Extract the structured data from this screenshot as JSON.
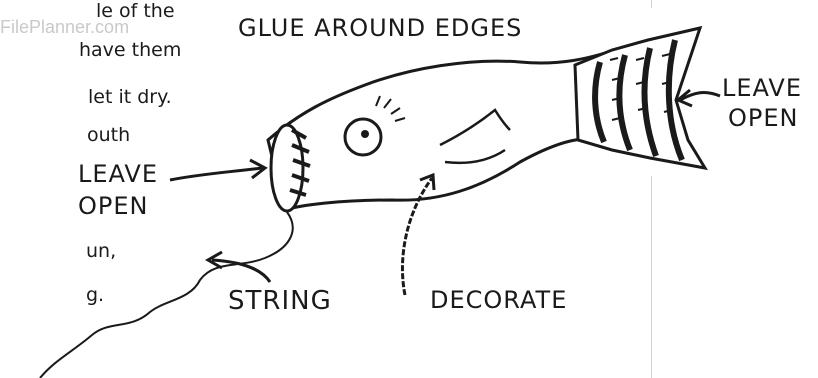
{
  "body_text": {
    "line1": "le of the",
    "line2": "have them",
    "line3": "let it dry.",
    "line4": "outh",
    "line5": "un,",
    "line6": "g."
  },
  "watermark": "FilePlanner.com",
  "labels": {
    "glue": "GLUE AROUND EDGES",
    "leave_open_left_1": "LEAVE",
    "leave_open_left_2": "OPEN",
    "leave_open_right_1": "LEAVE",
    "leave_open_right_2": "OPEN",
    "string": "STRING",
    "decorate": "DECORATE"
  },
  "icons": [
    "fish-windsock-drawing",
    "arrow-icon",
    "string-line"
  ]
}
